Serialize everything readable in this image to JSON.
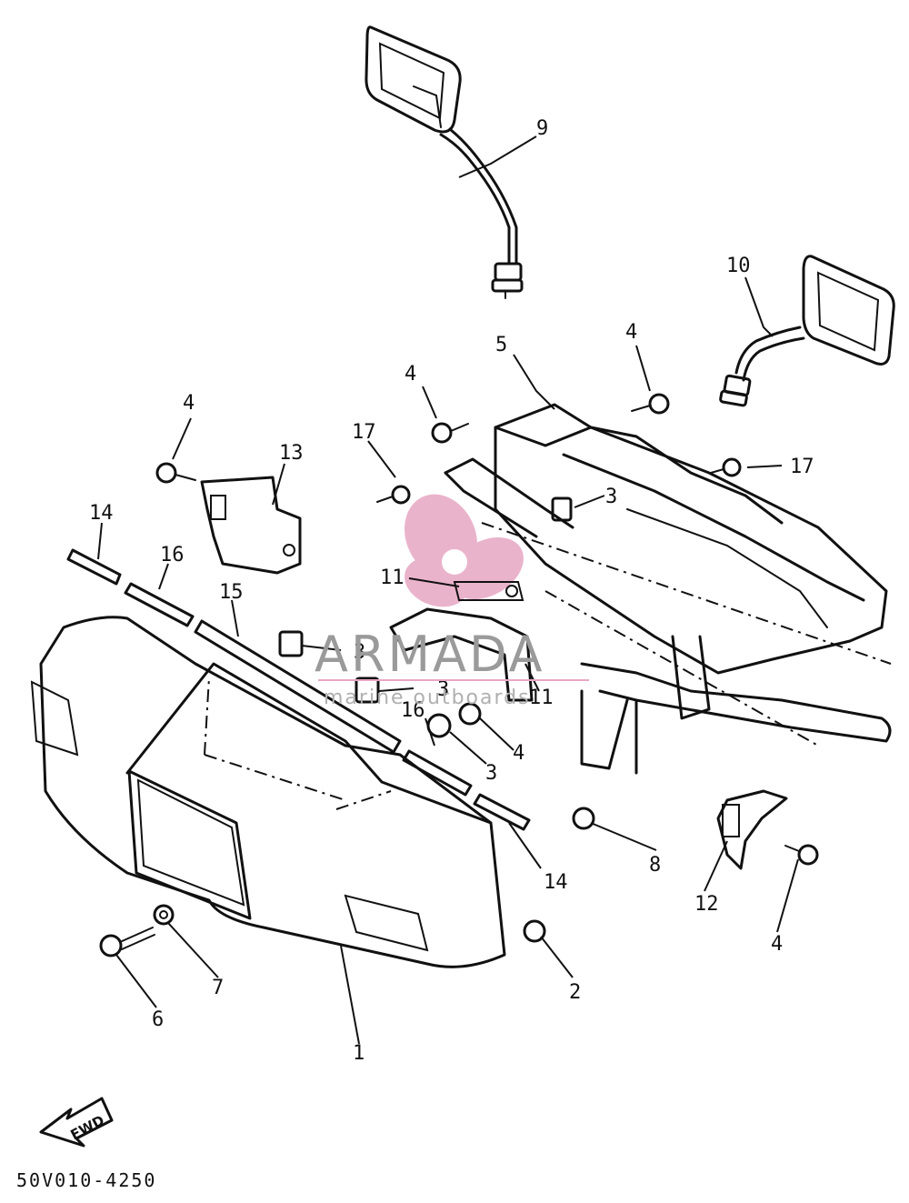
{
  "diagram": {
    "part_code": "50V010-4250",
    "fwd_label": "FWD",
    "watermark": {
      "brand": "ARMADA",
      "tagline": "marine outboards",
      "logo_color": "#e7a6c4",
      "text_color": "#9a9a9a"
    },
    "callouts": {
      "c1": "1",
      "c2": "2",
      "c3a": "3",
      "c3b": "3",
      "c3c": "3",
      "c3d": "3",
      "c4a": "4",
      "c4b": "4",
      "c4c": "4",
      "c4d": "4",
      "c4e": "4",
      "c5": "5",
      "c6": "6",
      "c7": "7",
      "c8": "8",
      "c9": "9",
      "c10": "10",
      "c11a": "11",
      "c11b": "11",
      "c12": "12",
      "c13": "13",
      "c14a": "14",
      "c14b": "14",
      "c15": "15",
      "c16a": "16",
      "c16b": "16",
      "c17a": "17",
      "c17b": "17"
    }
  }
}
